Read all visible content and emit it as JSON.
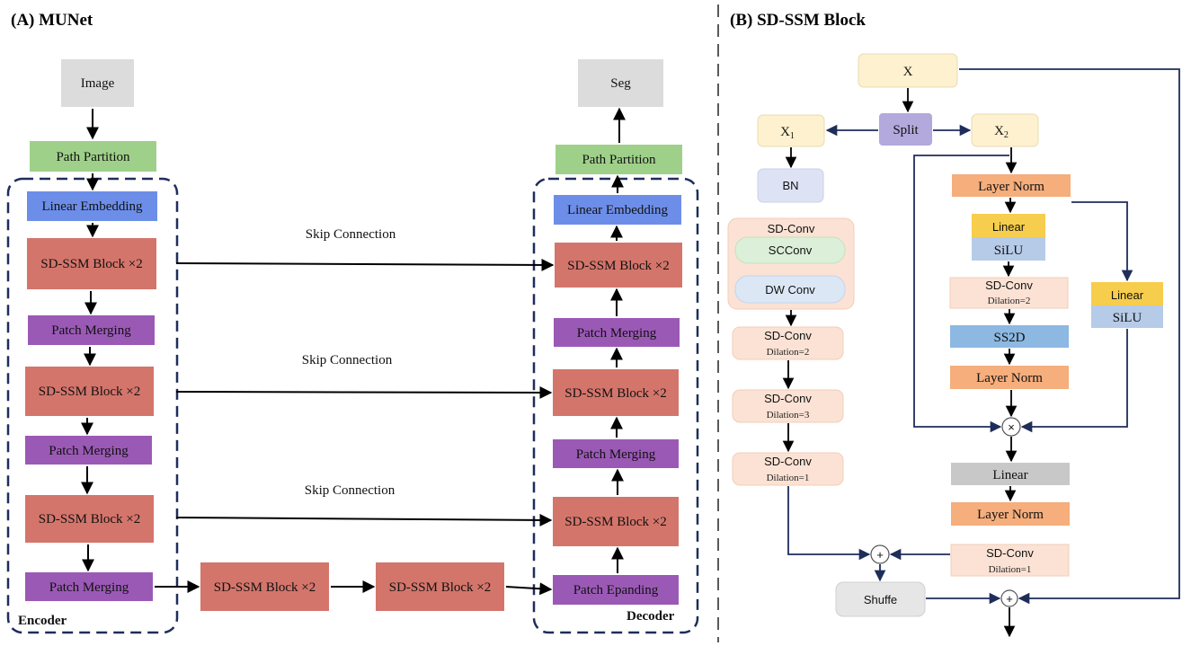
{
  "panel_a": {
    "title": "(A) MUNet",
    "encoder_label": "Encoder",
    "decoder_label": "Decoder",
    "skip_label": "Skip Connection",
    "encoder": {
      "image": "Image",
      "path_partition": "Path Partition",
      "linear_embedding": "Linear Embedding",
      "block1": "SD-SSM Block ×2",
      "merge1": "Patch Merging",
      "block2": "SD-SSM Block ×2",
      "merge2": "Patch Merging",
      "block3": "SD-SSM Block ×2",
      "merge3": "Patch Merging"
    },
    "bottleneck": {
      "block1": "SD-SSM Block ×2",
      "block2": "SD-SSM Block ×2"
    },
    "decoder": {
      "seg": "Seg",
      "path_partition": "Path Partition",
      "linear_embedding": "Linear Embedding",
      "block1": "SD-SSM Block ×2",
      "merge1": "Patch Merging",
      "block2": "SD-SSM Block ×2",
      "merge2": "Patch Merging",
      "block3": "SD-SSM Block ×2",
      "expand": "Patch Epanding"
    }
  },
  "panel_b": {
    "title": "(B) SD-SSM Block",
    "x": "X",
    "split": "Split",
    "x1": "X",
    "x1_sub": "1",
    "x2": "X",
    "x2_sub": "2",
    "bn": "BN",
    "sdconv_group": "SD-Conv",
    "scconv": "SCConv",
    "dwconv": "DW Conv",
    "left_sdconv": "SD-Conv",
    "left_dil_a": "Dilation=2",
    "left_dil_b": "Dilation=3",
    "left_dil_c": "Dilation=1",
    "layer_norm": "Layer Norm",
    "linear": "Linear",
    "silu": "SiLU",
    "right_sdconv": "SD-Conv",
    "right_dil_a": "Dilation=2",
    "ss2d": "SS2D",
    "multiply_symbol": "×",
    "plus_symbol": "+",
    "linear_gray": "Linear",
    "bottom_sdconv": "SD-Conv",
    "bottom_dil": "Dilation=1",
    "shuffle": "Shuffe"
  },
  "colors": {
    "salmon": "#d4756b",
    "purple": "#9b59b6",
    "blue": "#6d8ee8",
    "green": "#9fd08a",
    "gray_box": "#dcdcdc",
    "dark_navy": "#1f2d5a",
    "cream": "#fdf1cf",
    "lavender": "#b3a9dc",
    "orange": "#f5ae7c",
    "yellow": "#f6cd4c",
    "light_blue": "#b6cbe8",
    "peach": "#fbe2d4",
    "ss2d_blue": "#8cb8e2"
  }
}
